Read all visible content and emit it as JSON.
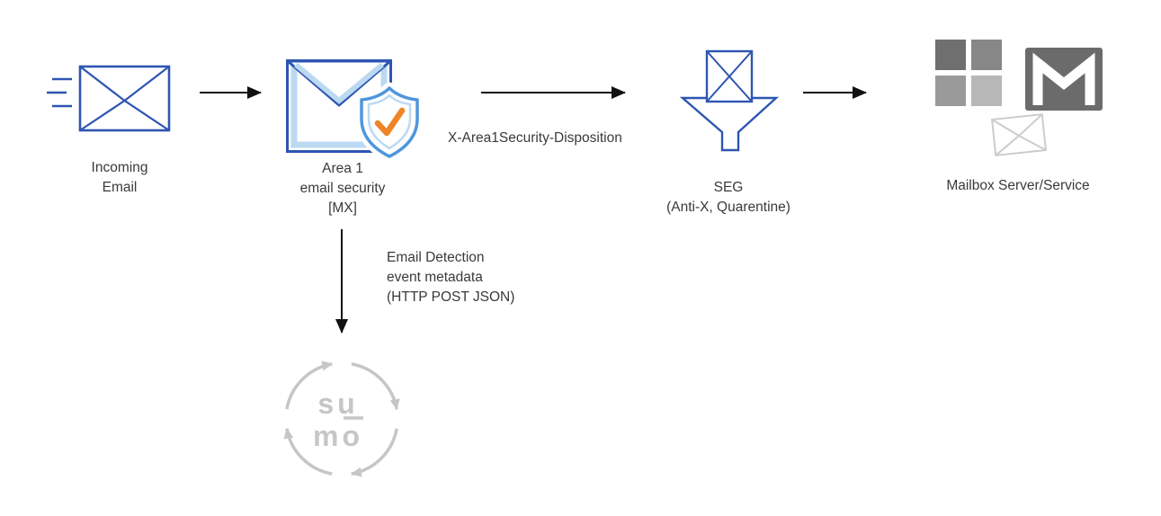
{
  "colors": {
    "blue": "#2d55b2",
    "light_blue": "#bcd9f2",
    "shield_blue": "#4e97dd",
    "check_orange": "#f08426",
    "arrow": "#111111",
    "text": "#3a3a3a",
    "ms_tl": "#6f6f6f",
    "ms_tr": "#878787",
    "ms_bl": "#9a9a9a",
    "ms_br": "#b7b7b7",
    "mail_gray": "#6b6b6b",
    "faint_gray": "#cccccc",
    "logo_gray": "#c6c6c6"
  },
  "nodes": {
    "incoming_email": {
      "lines": [
        "Incoming",
        "Email"
      ]
    },
    "area1": {
      "lines": [
        "Area 1",
        "email security",
        "[MX]"
      ]
    },
    "seg": {
      "lines": [
        "SEG",
        "(Anti-X, Quarentine)"
      ]
    },
    "mailbox": {
      "label": "Mailbox Server/Service"
    },
    "sumo_logic": {
      "lines": [
        "su",
        "mo"
      ]
    }
  },
  "edges": {
    "disposition": {
      "label": "X-Area1Security-Disposition"
    },
    "detection": {
      "lines": [
        "Email Detection",
        "event metadata",
        "(HTTP POST JSON)"
      ]
    }
  },
  "icons": {
    "incoming": "envelope-with-motion-lines",
    "area1": "envelope-with-shield-check",
    "seg": "envelope-into-funnel",
    "mailbox": [
      "microsoft-logo",
      "mail-tile-m",
      "small-envelope"
    ],
    "sumo": "circular-arrows-logo"
  }
}
